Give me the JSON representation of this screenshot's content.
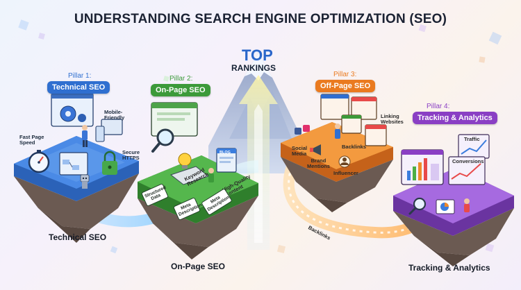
{
  "title": "UNDERSTANDING SEARCH ENGINE OPTIMIZATION (SEO)",
  "center": {
    "top": "TOP",
    "rankings": "RANKINGS"
  },
  "pillars": [
    {
      "kicker": "Pillar 1:",
      "name": "Technical SEO",
      "color": "#2f6fd0",
      "bottom_label": "Technical SEO",
      "features": [
        "Mobile-\nFriendly",
        "Fast Page\nSpeed",
        "Secure\nHTTPS"
      ]
    },
    {
      "kicker": "Pillar 2:",
      "name": "On-Page SEO",
      "color": "#3c9a3a",
      "bottom_label": "On-Page SEO",
      "features": [
        "Keyword\nResearch",
        "High-Quality\nContent",
        "Structured\nData",
        "Meta\nDescription",
        "Meta\nDescription"
      ],
      "screen_badge": "BLOG"
    },
    {
      "kicker": "Pillar 3:",
      "name": "Off-Page SEO",
      "color": "#ea7a1f",
      "features": [
        "Social\nMedia",
        "Brand\nMentions",
        "Backlinks",
        "Influencer",
        "Linking\nWebsites"
      ],
      "path_label": "Backlinks"
    },
    {
      "kicker": "Pillar 4:",
      "name": "Tracking & Analytics",
      "color": "#8a3fc4",
      "bottom_label": "Tracking & Analytics",
      "features": [
        "Traffic",
        "Conversions"
      ]
    }
  ],
  "colors": {
    "technical": "#3b7ddd",
    "onpage": "#4cae45",
    "offpage": "#f08a2a",
    "analytics": "#9558cf",
    "rock": "#6b5a52"
  }
}
